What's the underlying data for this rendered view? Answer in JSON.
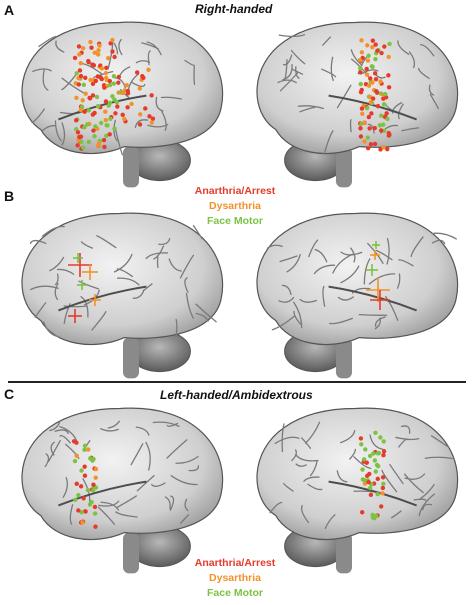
{
  "figure": {
    "panel_letters": [
      "A",
      "B",
      "C"
    ],
    "titles": {
      "a": "Right-handed",
      "c": "Left-handed/Ambidextrous"
    },
    "legend": {
      "anarthria": "Anarthria/Arrest",
      "dysarthria": "Dysarthria",
      "face_motor": "Face Motor"
    },
    "colors": {
      "anarthria": "#e53b2c",
      "dysarthria": "#f2922b",
      "face_motor": "#7cc243",
      "brain": "#d4d4d4",
      "brain_dark": "#6e6e6e",
      "cerebellum": "#9a9a9a"
    }
  }
}
